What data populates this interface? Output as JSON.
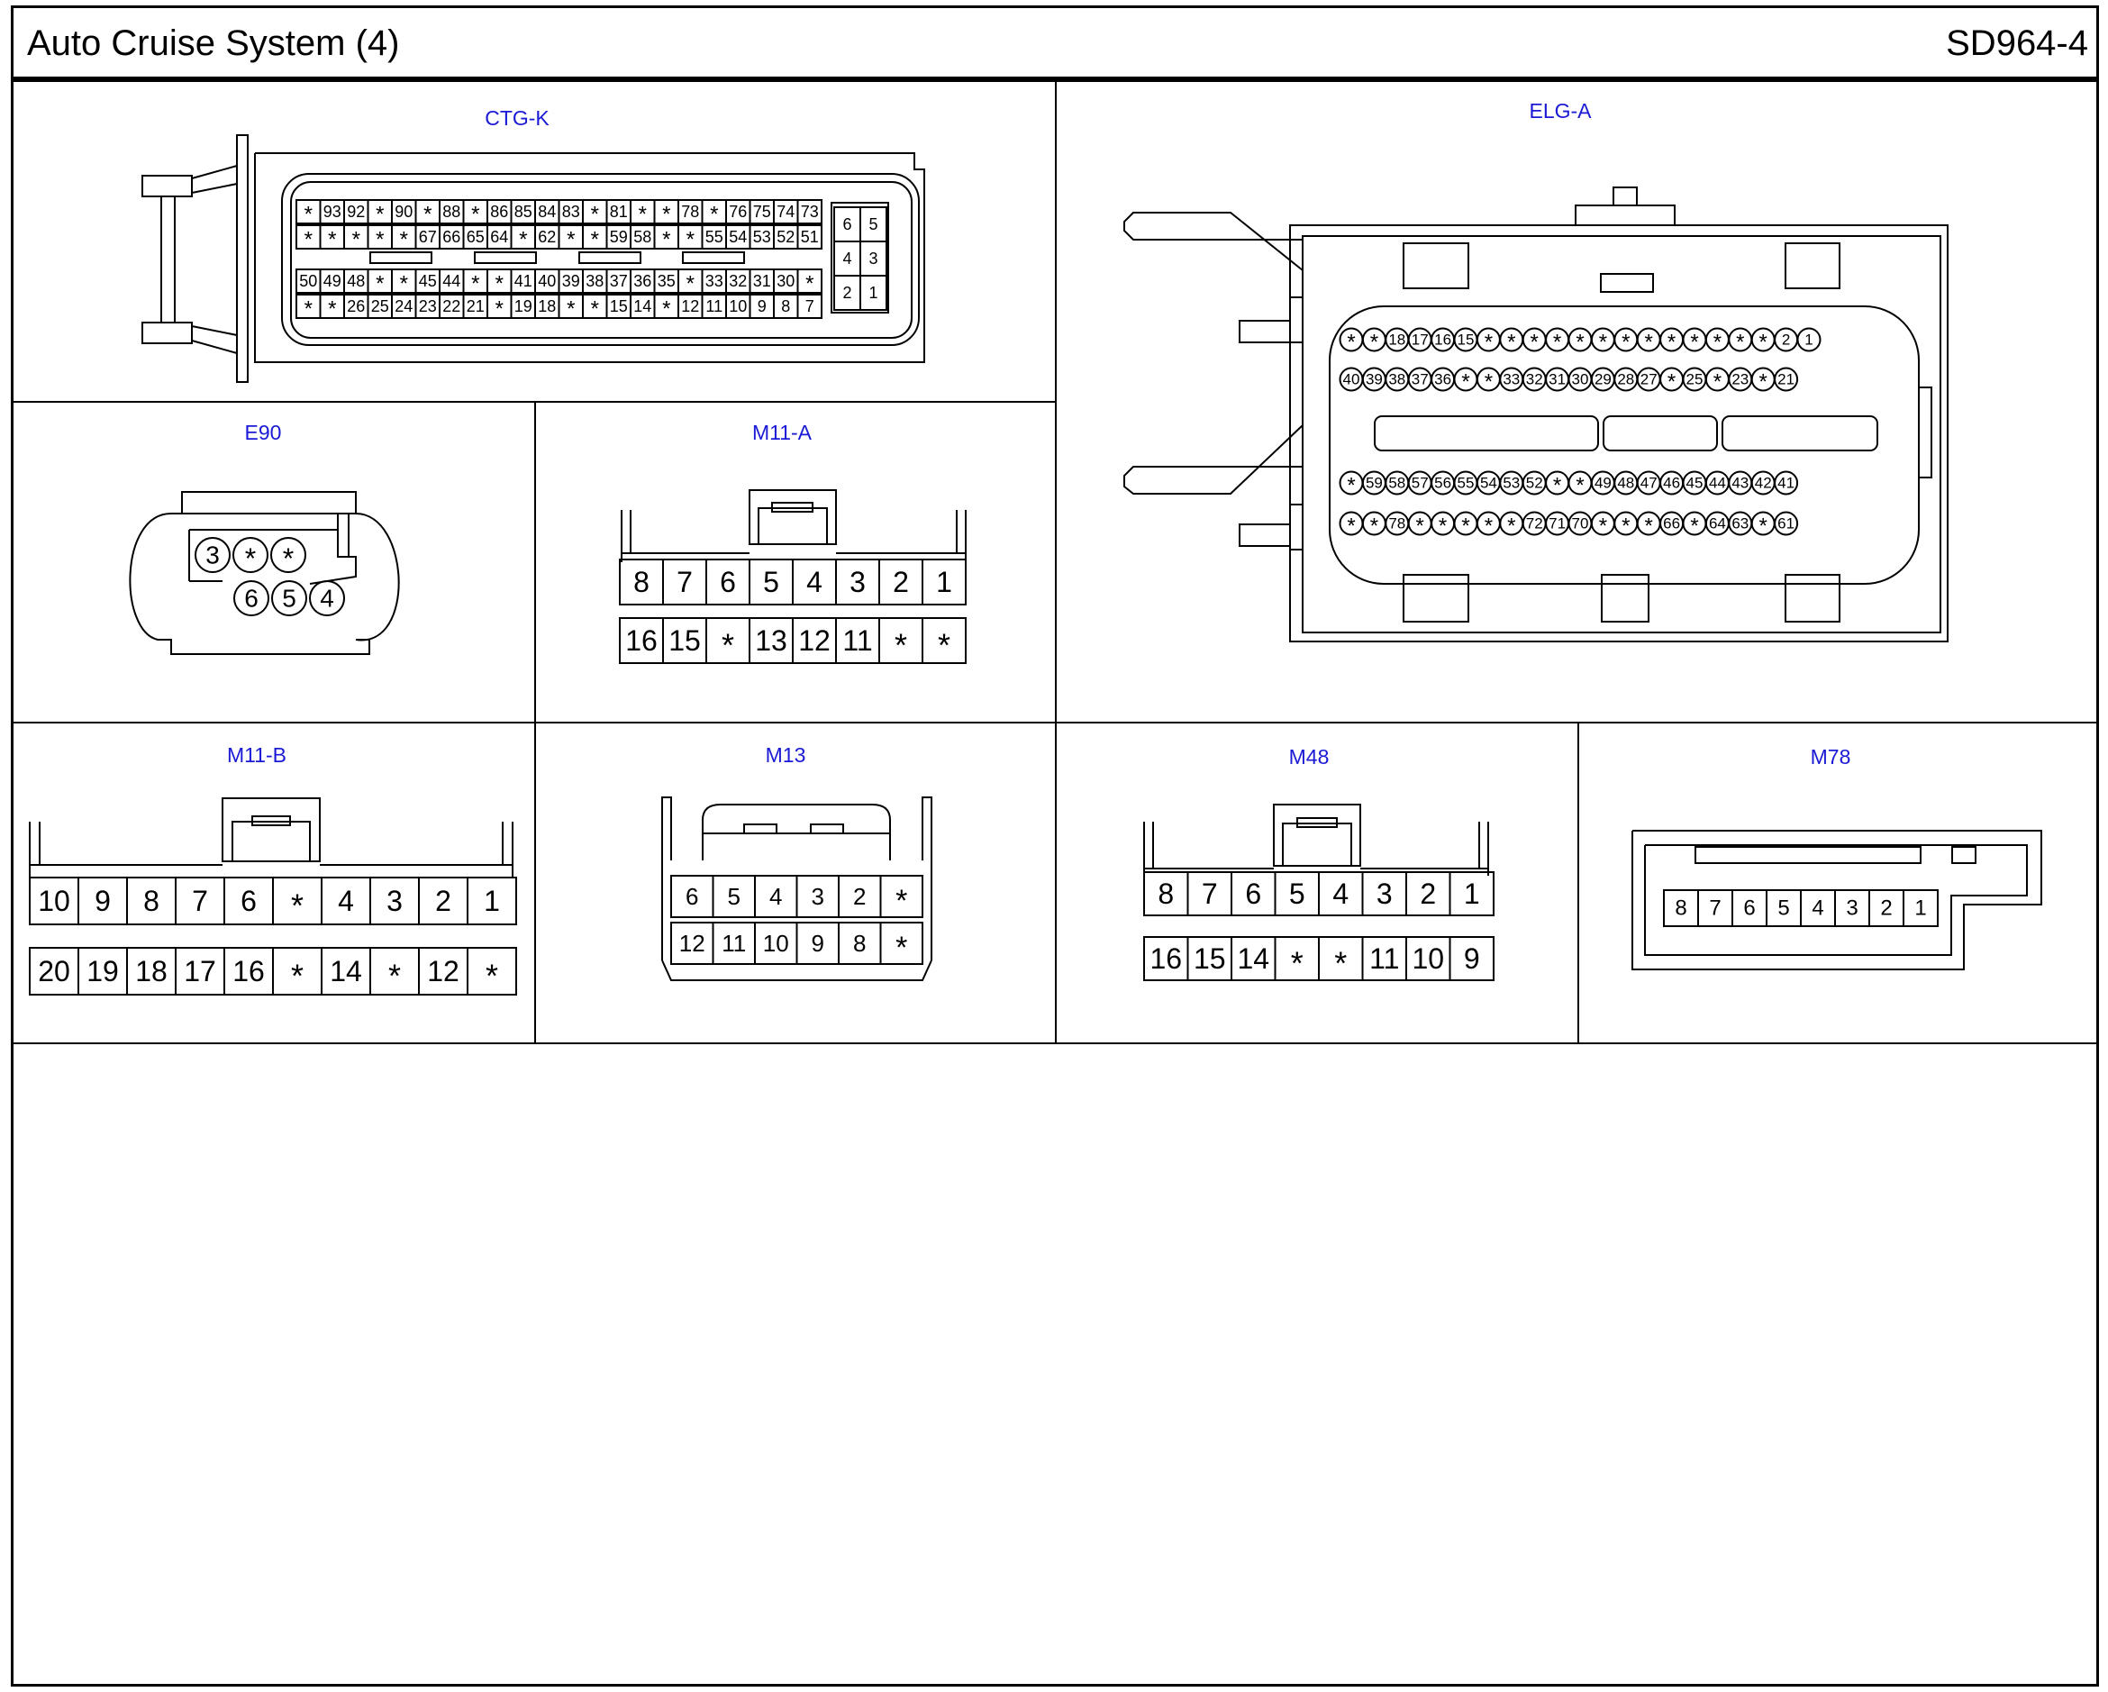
{
  "title": "Auto Cruise System (4)",
  "code": "SD964-4",
  "colors": {
    "label": "#1a1ad6",
    "line": "#000000",
    "background": "#ffffff"
  },
  "connectors": {
    "ctgk": {
      "name": "CTG-K",
      "rows": [
        [
          "*",
          "93",
          "92",
          "*",
          "90",
          "*",
          "88",
          "*",
          "86",
          "85",
          "84",
          "83",
          "*",
          "81",
          "*",
          "*",
          "78",
          "*",
          "76",
          "75",
          "74",
          "73"
        ],
        [
          "*",
          "*",
          "*",
          "*",
          "*",
          "67",
          "66",
          "65",
          "64",
          "*",
          "62",
          "*",
          "*",
          "59",
          "58",
          "*",
          "*",
          "55",
          "54",
          "53",
          "52",
          "51"
        ],
        [
          "50",
          "49",
          "48",
          "*",
          "*",
          "45",
          "44",
          "*",
          "*",
          "41",
          "40",
          "39",
          "38",
          "37",
          "36",
          "35",
          "*",
          "33",
          "32",
          "31",
          "30",
          "*"
        ],
        [
          "*",
          "*",
          "26",
          "25",
          "24",
          "23",
          "22",
          "21",
          "*",
          "19",
          "18",
          "*",
          "*",
          "15",
          "14",
          "*",
          "12",
          "11",
          "10",
          "9",
          "8",
          "7"
        ]
      ],
      "side": [
        [
          "6",
          "5"
        ],
        [
          "4",
          "3"
        ],
        [
          "2",
          "1"
        ]
      ]
    },
    "elga": {
      "name": "ELG-A",
      "rows": [
        [
          "*",
          "*",
          "18",
          "17",
          "16",
          "15",
          "*",
          "*",
          "*",
          "*",
          "*",
          "*",
          "*",
          "*",
          "*",
          "*",
          "*",
          "*",
          "*",
          "2",
          "1"
        ],
        [
          "40",
          "39",
          "38",
          "37",
          "36",
          "*",
          "*",
          "33",
          "32",
          "31",
          "30",
          "29",
          "28",
          "27",
          "*",
          "25",
          "*",
          "23",
          "*",
          "21"
        ],
        [
          "*",
          "59",
          "58",
          "57",
          "56",
          "55",
          "54",
          "53",
          "52",
          "*",
          "*",
          "49",
          "48",
          "47",
          "46",
          "45",
          "44",
          "43",
          "42",
          "41"
        ],
        [
          "*",
          "*",
          "78",
          "*",
          "*",
          "*",
          "*",
          "*",
          "72",
          "71",
          "70",
          "*",
          "*",
          "*",
          "66",
          "*",
          "64",
          "63",
          "*",
          "61"
        ]
      ]
    },
    "e90": {
      "name": "E90",
      "rows": [
        [
          "3",
          "*",
          "*"
        ],
        [
          "6",
          "5",
          "4"
        ]
      ]
    },
    "m11a": {
      "name": "M11-A",
      "rows": [
        [
          "8",
          "7",
          "6",
          "5",
          "4",
          "3",
          "2",
          "1"
        ],
        [
          "16",
          "15",
          "*",
          "13",
          "12",
          "11",
          "*",
          "*"
        ]
      ]
    },
    "m11b": {
      "name": "M11-B",
      "rows": [
        [
          "10",
          "9",
          "8",
          "7",
          "6",
          "*",
          "4",
          "3",
          "2",
          "1"
        ],
        [
          "20",
          "19",
          "18",
          "17",
          "16",
          "*",
          "14",
          "*",
          "12",
          "*"
        ]
      ]
    },
    "m13": {
      "name": "M13",
      "rows": [
        [
          "6",
          "5",
          "4",
          "3",
          "2",
          "*"
        ],
        [
          "12",
          "11",
          "10",
          "9",
          "8",
          "*"
        ]
      ]
    },
    "m48": {
      "name": "M48",
      "rows": [
        [
          "8",
          "7",
          "6",
          "5",
          "4",
          "3",
          "2",
          "1"
        ],
        [
          "16",
          "15",
          "14",
          "*",
          "*",
          "11",
          "10",
          "9"
        ]
      ]
    },
    "m78": {
      "name": "M78",
      "rows": [
        [
          "8",
          "7",
          "6",
          "5",
          "4",
          "3",
          "2",
          "1"
        ]
      ]
    }
  }
}
